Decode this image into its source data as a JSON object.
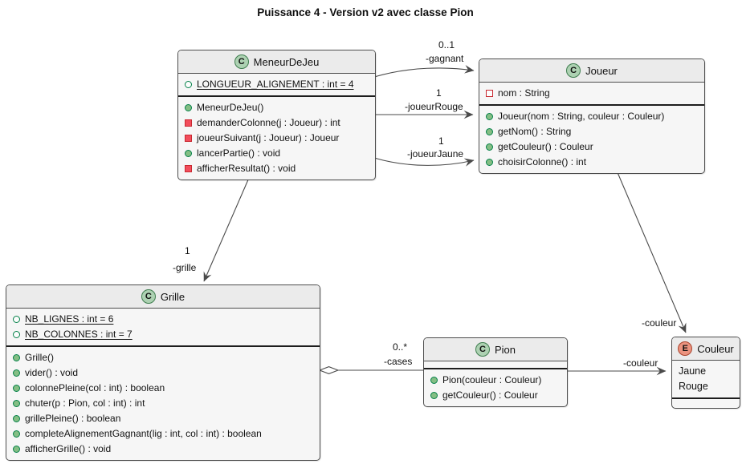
{
  "title": "Puissance 4 - Version v2 avec classe Pion",
  "classes": {
    "meneur": {
      "stereotype": "C",
      "name": "MeneurDeJeu",
      "fields": [
        {
          "icon": "public-static-field-icon",
          "text": "LONGUEUR_ALIGNEMENT : int = 4",
          "static": true
        }
      ],
      "methods": [
        {
          "icon": "public-method-icon",
          "text": "MeneurDeJeu()"
        },
        {
          "icon": "private-method-icon",
          "text": "demanderColonne(j : Joueur) : int"
        },
        {
          "icon": "private-method-icon",
          "text": "joueurSuivant(j : Joueur) : Joueur"
        },
        {
          "icon": "public-method-icon",
          "text": "lancerPartie() : void"
        },
        {
          "icon": "private-method-icon",
          "text": "afficherResultat() : void"
        }
      ]
    },
    "joueur": {
      "stereotype": "C",
      "name": "Joueur",
      "fields": [
        {
          "icon": "private-field-icon",
          "text": "nom : String",
          "static": false
        }
      ],
      "methods": [
        {
          "icon": "public-method-icon",
          "text": "Joueur(nom : String, couleur : Couleur)"
        },
        {
          "icon": "public-method-icon",
          "text": "getNom() : String"
        },
        {
          "icon": "public-method-icon",
          "text": "getCouleur() : Couleur"
        },
        {
          "icon": "public-method-icon",
          "text": "choisirColonne() : int"
        }
      ]
    },
    "grille": {
      "stereotype": "C",
      "name": "Grille",
      "fields": [
        {
          "icon": "public-static-field-icon",
          "text": "NB_LIGNES : int = 6",
          "static": true
        },
        {
          "icon": "public-static-field-icon",
          "text": "NB_COLONNES : int = 7",
          "static": true
        }
      ],
      "methods": [
        {
          "icon": "public-method-icon",
          "text": "Grille()"
        },
        {
          "icon": "public-method-icon",
          "text": "vider() : void"
        },
        {
          "icon": "public-method-icon",
          "text": "colonnePleine(col : int) : boolean"
        },
        {
          "icon": "public-method-icon",
          "text": "chuter(p : Pion, col : int) : int"
        },
        {
          "icon": "public-method-icon",
          "text": "grillePleine() : boolean"
        },
        {
          "icon": "public-method-icon",
          "text": "completeAlignementGagnant(lig : int, col : int) : boolean"
        },
        {
          "icon": "public-method-icon",
          "text": "afficherGrille() : void"
        }
      ]
    },
    "pion": {
      "stereotype": "C",
      "name": "Pion",
      "fields": [],
      "methods": [
        {
          "icon": "public-method-icon",
          "text": "Pion(couleur : Couleur)"
        },
        {
          "icon": "public-method-icon",
          "text": "getCouleur() : Couleur"
        }
      ]
    },
    "couleur": {
      "stereotype": "E",
      "name": "Couleur",
      "values": [
        "Jaune",
        "Rouge"
      ]
    }
  },
  "edges": {
    "gagnant": {
      "multiplicity": "0..1",
      "role": "-gagnant"
    },
    "joueur_rouge": {
      "multiplicity": "1",
      "role": "-joueurRouge"
    },
    "joueur_jaune": {
      "multiplicity": "1",
      "role": "-joueurJaune"
    },
    "grille": {
      "multiplicity": "1",
      "role": "-grille"
    },
    "cases": {
      "multiplicity": "0..*",
      "role": "-cases"
    },
    "pion_couleur": {
      "role": "-couleur"
    },
    "joueur_couleur": {
      "role": "-couleur"
    }
  },
  "colors": {
    "class_circle": "#ADD1B2",
    "enum_circle": "#EB937F",
    "public_icon": "#84BE84",
    "public_icon_border": "#038048",
    "private_icon": "#F24D5C",
    "private_icon_border": "#C82930",
    "edge_stroke": "#4a4a4a",
    "header_bg": "#ebebeb",
    "body_bg": "#f6f6f6"
  }
}
